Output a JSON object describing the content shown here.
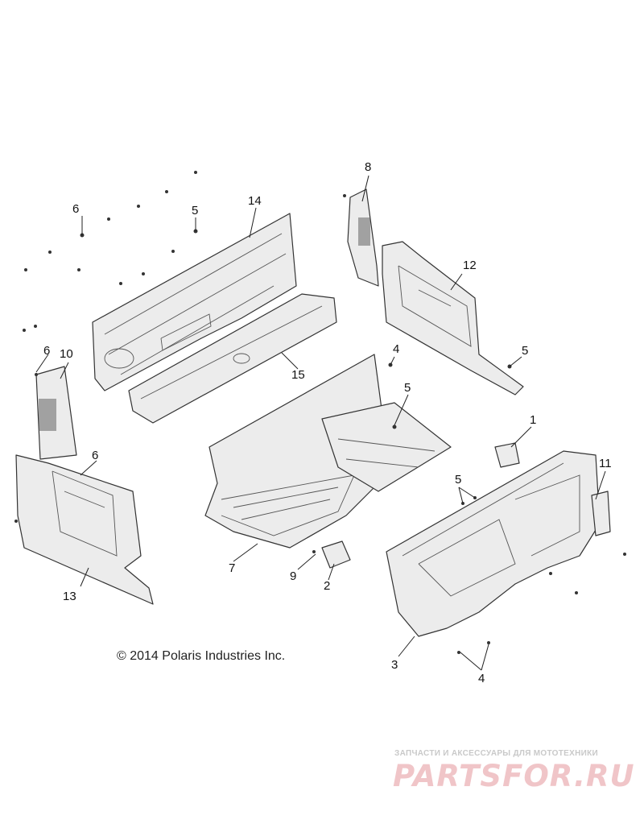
{
  "callouts": [
    {
      "id": "c1",
      "text": "1"
    },
    {
      "id": "c2",
      "text": "2"
    },
    {
      "id": "c3",
      "text": "3"
    },
    {
      "id": "c4a",
      "text": "4"
    },
    {
      "id": "c4b",
      "text": "4"
    },
    {
      "id": "c5a",
      "text": "5"
    },
    {
      "id": "c5b",
      "text": "5"
    },
    {
      "id": "c5c",
      "text": "5"
    },
    {
      "id": "c5d",
      "text": "5"
    },
    {
      "id": "c6a",
      "text": "6"
    },
    {
      "id": "c6b",
      "text": "6"
    },
    {
      "id": "c6c",
      "text": "6"
    },
    {
      "id": "c7",
      "text": "7"
    },
    {
      "id": "c8",
      "text": "8"
    },
    {
      "id": "c9",
      "text": "9"
    },
    {
      "id": "c10",
      "text": "10"
    },
    {
      "id": "c11",
      "text": "11"
    },
    {
      "id": "c12",
      "text": "12"
    },
    {
      "id": "c13",
      "text": "13"
    },
    {
      "id": "c14",
      "text": "14"
    },
    {
      "id": "c15",
      "text": "15"
    }
  ],
  "copyright": "© 2014 Polaris Industries Inc.",
  "watermark": {
    "tagline": "ЗАПЧАСТИ И АКСЕССУАРЫ ДЛЯ МОТОТЕХНИКИ",
    "brand": "PARTSFOR.RU"
  }
}
